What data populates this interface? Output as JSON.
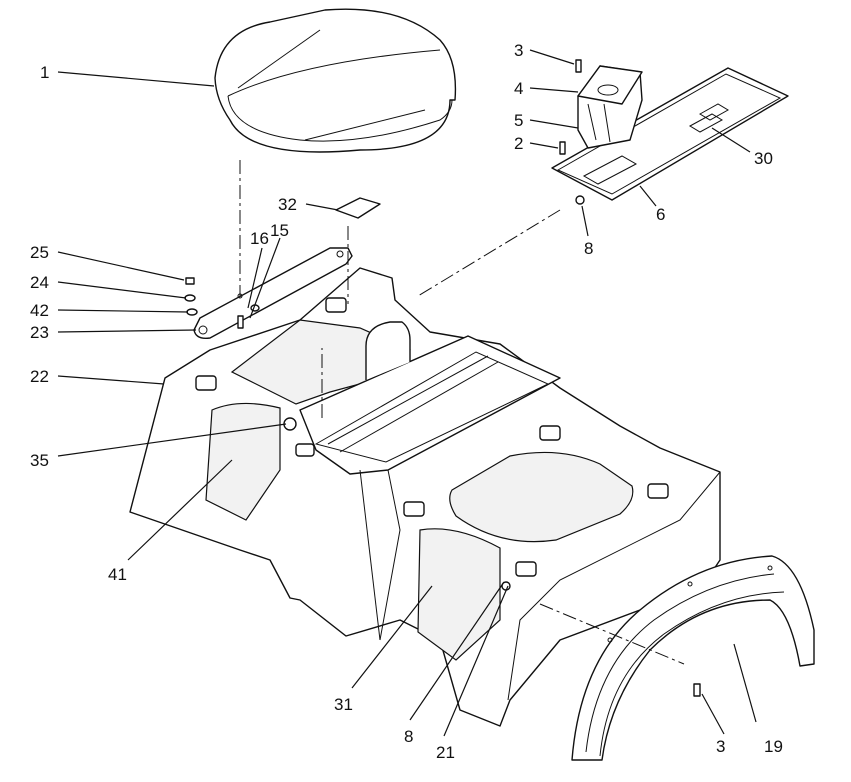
{
  "callouts": [
    {
      "id": "c1",
      "label": "1"
    },
    {
      "id": "c2",
      "label": "2"
    },
    {
      "id": "c3a",
      "label": "3"
    },
    {
      "id": "c3b",
      "label": "3"
    },
    {
      "id": "c4",
      "label": "4"
    },
    {
      "id": "c5",
      "label": "5"
    },
    {
      "id": "c6",
      "label": "6"
    },
    {
      "id": "c8a",
      "label": "8"
    },
    {
      "id": "c8b",
      "label": "8"
    },
    {
      "id": "c15",
      "label": "15"
    },
    {
      "id": "c16",
      "label": "16"
    },
    {
      "id": "c19",
      "label": "19"
    },
    {
      "id": "c21",
      "label": "21"
    },
    {
      "id": "c22",
      "label": "22"
    },
    {
      "id": "c23",
      "label": "23"
    },
    {
      "id": "c24",
      "label": "24"
    },
    {
      "id": "c25",
      "label": "25"
    },
    {
      "id": "c30",
      "label": "30"
    },
    {
      "id": "c31",
      "label": "31"
    },
    {
      "id": "c32",
      "label": "32"
    },
    {
      "id": "c35",
      "label": "35"
    },
    {
      "id": "c41",
      "label": "41"
    },
    {
      "id": "c42",
      "label": "42"
    }
  ]
}
